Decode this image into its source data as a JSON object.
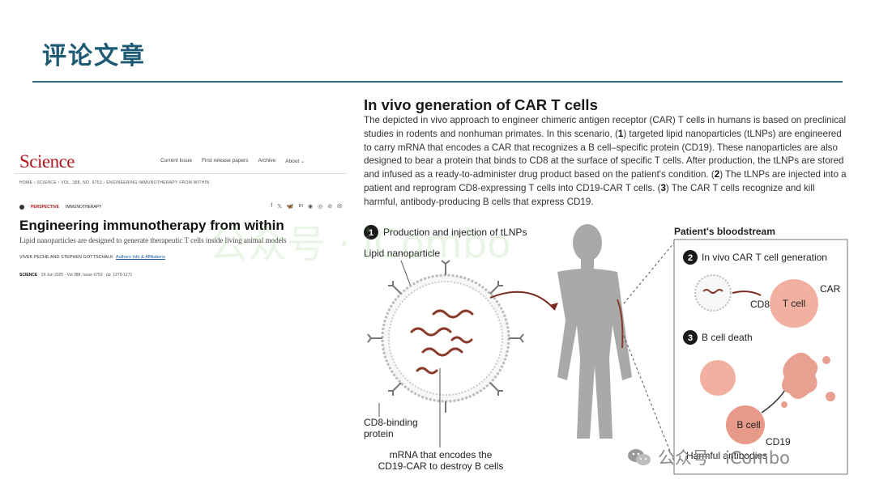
{
  "slide": {
    "title": "评论文章"
  },
  "article": {
    "logo": "Science",
    "nav": [
      "Current Issue",
      "First release papers",
      "Archive",
      "About ⌄"
    ],
    "breadcrumb": "HOME  ›  SCIENCE  ›  VOL. 388, NO. 6753  ›  ENGINEERING IMMUNOTHERAPY FROM WITHIN",
    "kicker_type": "PERSPECTIVE",
    "kicker_topic": "IMMUNOTHERAPY",
    "share_icons": [
      "f",
      "X",
      "bluesky",
      "in",
      "reddit",
      "wechat",
      "link",
      "email"
    ],
    "title": "Engineering immunotherapy from within",
    "subtitle": "Lipid nanoparticles are designed to generate therapeutic T cells inside living animal models",
    "authors": "VIVEK PECHE AND STEPHEN GOTTSCHALK",
    "authors_link": "Authors Info & Affiliations",
    "meta_journal": "SCIENCE",
    "meta_date": "· 19 Jun 2025 · Vol 388, Issue 6753 · pp. 1270-1271"
  },
  "figure": {
    "heading": "In vivo generation of CAR T cells",
    "description_parts": [
      "The depicted in vivo approach to engineer chimeric antigen receptor (CAR) T cells in humans is based on preclinical studies in rodents and nonhuman primates. In this scenario, (",
      "1",
      ") targeted lipid nanoparticles (tLNPs) are engineered to carry mRNA that encodes a CAR that recognizes a B cell–specific protein (CD19). These nanoparticles are also designed to bear a protein that binds to CD8 at the surface of specific T cells. After production, the tLNPs are stored and infused as a ready-to-administer drug product based on the patient's condition. (",
      "2",
      ") The tLNPs are injected into a patient and reprogram CD8-expressing T cells into CD19-CAR T cells. (",
      "3",
      ") The CAR T cells recognize and kill harmful, antibody-producing B cells that express CD19."
    ],
    "step1_num": "1",
    "step1_label": "Production and injection of tLNPs",
    "lipid_label": "Lipid nanoparticle",
    "cd8_binding_label_1": "CD8-binding",
    "cd8_binding_label_2": "protein",
    "mrna_label_1": "mRNA that encodes the",
    "mrna_label_2": "CD19-CAR to destroy B cells",
    "bloodstream_label": "Patient's bloodstream",
    "step2_num": "2",
    "step2_label": "In vivo CAR T cell generation",
    "car_label": "CAR",
    "cd8_label": "CD8",
    "tcell_label": "T cell",
    "step3_num": "3",
    "step3_label": "B cell death",
    "bcell_label": "B cell",
    "cd19_label": "CD19",
    "antibodies_label": "Harmful antibodies"
  },
  "watermark": {
    "center_text": "公众号 · iCombo",
    "bottom_text": "公众号 · iCombo"
  },
  "colors": {
    "title": "#1f5a73",
    "rule": "#2f6b85",
    "science_red": "#b3161c",
    "cell_pink": "#f2b0a0",
    "mrna": "#8a3a2a"
  }
}
